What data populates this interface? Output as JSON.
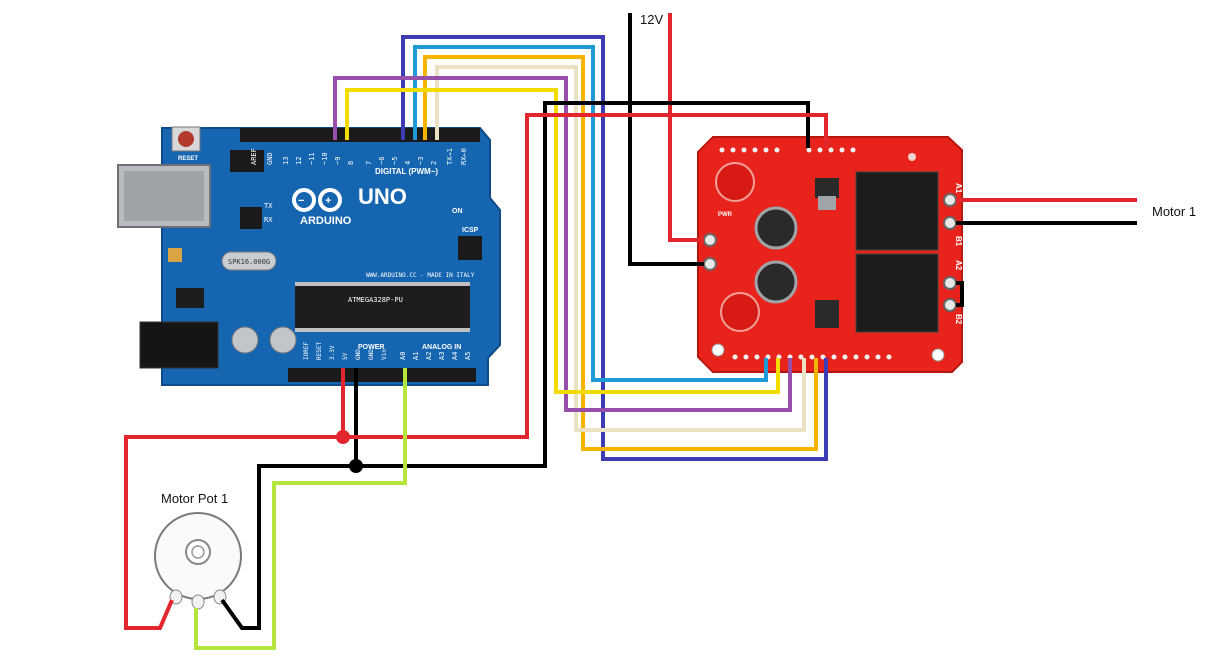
{
  "labels": {
    "supply": "12V",
    "motor": "Motor 1",
    "pot": "Motor Pot 1"
  },
  "arduino": {
    "brand": "ARDUINO",
    "model": "UNO",
    "reset": "RESET",
    "digital": "DIGITAL (PWM~)",
    "power": "POWER",
    "analog": "ANALOG IN",
    "icsp": "ICSP",
    "tx": "TX",
    "rx": "RX",
    "on": "ON",
    "website": "WWW.ARDUINO.CC - MADE IN ITALY",
    "crystal": "SPK16.000G",
    "chip": "ATMEGA328P-PU",
    "digital_pins": [
      "AREF",
      "GND",
      "13",
      "12",
      "~11",
      "~10",
      "~9",
      "8",
      "7",
      "~6",
      "~5",
      "4",
      "~3",
      "2",
      "TX→1",
      "RX←0"
    ],
    "power_pins": [
      "IOREF",
      "RESET",
      "3.3V",
      "5V",
      "GND",
      "GND",
      "Vin"
    ],
    "analog_pins": [
      "A0",
      "A1",
      "A2",
      "A3",
      "A4",
      "A5"
    ]
  },
  "shield": {
    "pwr_label": "PWR",
    "terminals": [
      "A1",
      "B1",
      "A2",
      "B2"
    ]
  },
  "colors": {
    "red": "#e3252d",
    "black": "#000000",
    "blue": "#3c3cb4",
    "cyan": "#1e9bd7",
    "purple": "#9650aa",
    "yellow": "#f2dc00",
    "cream": "#ebe1c3",
    "orange": "#f5b400",
    "lime": "#b4e63c",
    "arduino_board": "#1565b0",
    "shield_board": "#e8231c"
  }
}
